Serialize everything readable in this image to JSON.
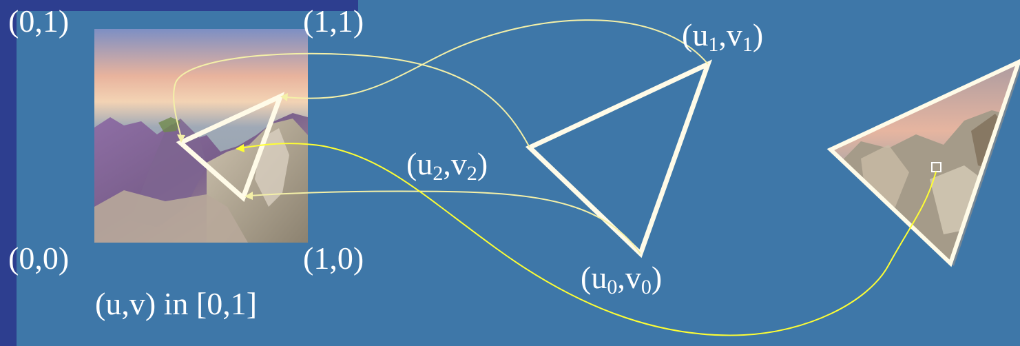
{
  "texture_labels": {
    "top_left": "(0,1)",
    "top_right": "(1,1)",
    "bottom_left": "(0,0)",
    "bottom_right": "(1,0)",
    "range": "(u,v) in [0,1]"
  },
  "vertices": [
    {
      "id": "v1",
      "u": "u",
      "v": "v",
      "index": "1"
    },
    {
      "id": "v2",
      "u": "u",
      "v": "v",
      "index": "2"
    },
    {
      "id": "v0",
      "u": "u",
      "v": "v",
      "index": "0"
    }
  ],
  "colors": {
    "background": "#3e77a8",
    "accent_bar": "#2d3e8f",
    "triangle_stroke": "#fffbe8",
    "arrow_pale": "#f4f0a8",
    "arrow_bright": "#ffff33",
    "text": "#ffffff"
  }
}
